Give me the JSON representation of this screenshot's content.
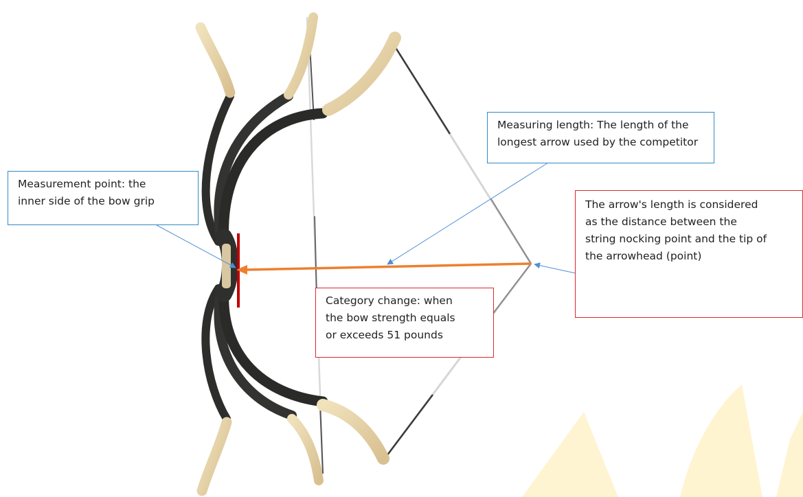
{
  "callouts": {
    "measurement_point": [
      "Measurement point: the",
      "inner side of the bow grip"
    ],
    "measuring_length": [
      "Measuring length: The length of the",
      "longest arrow used by the competitor"
    ],
    "arrow_length": [
      "The arrow's length is considered",
      "as the distance between the",
      "string nocking point and the tip of",
      "the arrowhead (point)"
    ],
    "category_change": [
      "Category change: when",
      "the bow strength equals",
      "or exceeds 51 pounds"
    ]
  },
  "colors": {
    "blue_callout": "#2e8bc4",
    "red_callout": "#e0262b",
    "measure_arrow": "#ee7f2e",
    "grip_marker": "#c00000",
    "pointer_line": "#4f8fd6",
    "limb_dark": "#2d2e2c",
    "limb_tip": "#e7d3a6",
    "watermark": "#fff3cc"
  }
}
